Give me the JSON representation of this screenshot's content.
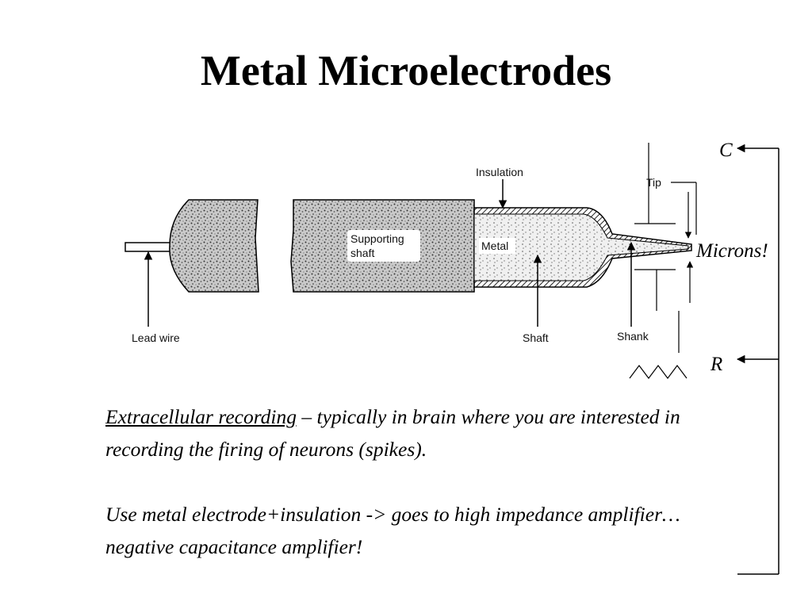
{
  "title": "Metal Microelectrodes",
  "diagram": {
    "labels": {
      "insulation": "Insulation",
      "tip": "Tip",
      "supporting_shaft_1": "Supporting",
      "supporting_shaft_2": "shaft",
      "metal": "Metal",
      "lead_wire": "Lead wire",
      "shaft": "Shaft",
      "shank": "Shank",
      "microns": "Microns!",
      "c": "C",
      "r": "R"
    },
    "colors": {
      "fill_texture": "#bdbdbd",
      "line": "#000000"
    }
  },
  "body": {
    "p1_term": "Extracellular recording",
    "p1_rest": " – typically in brain where you are interested in recording the firing of neurons (spikes).",
    "p2": "Use metal electrode+insulation -> goes to high impedance amplifier…negative capacitance amplifier!"
  }
}
